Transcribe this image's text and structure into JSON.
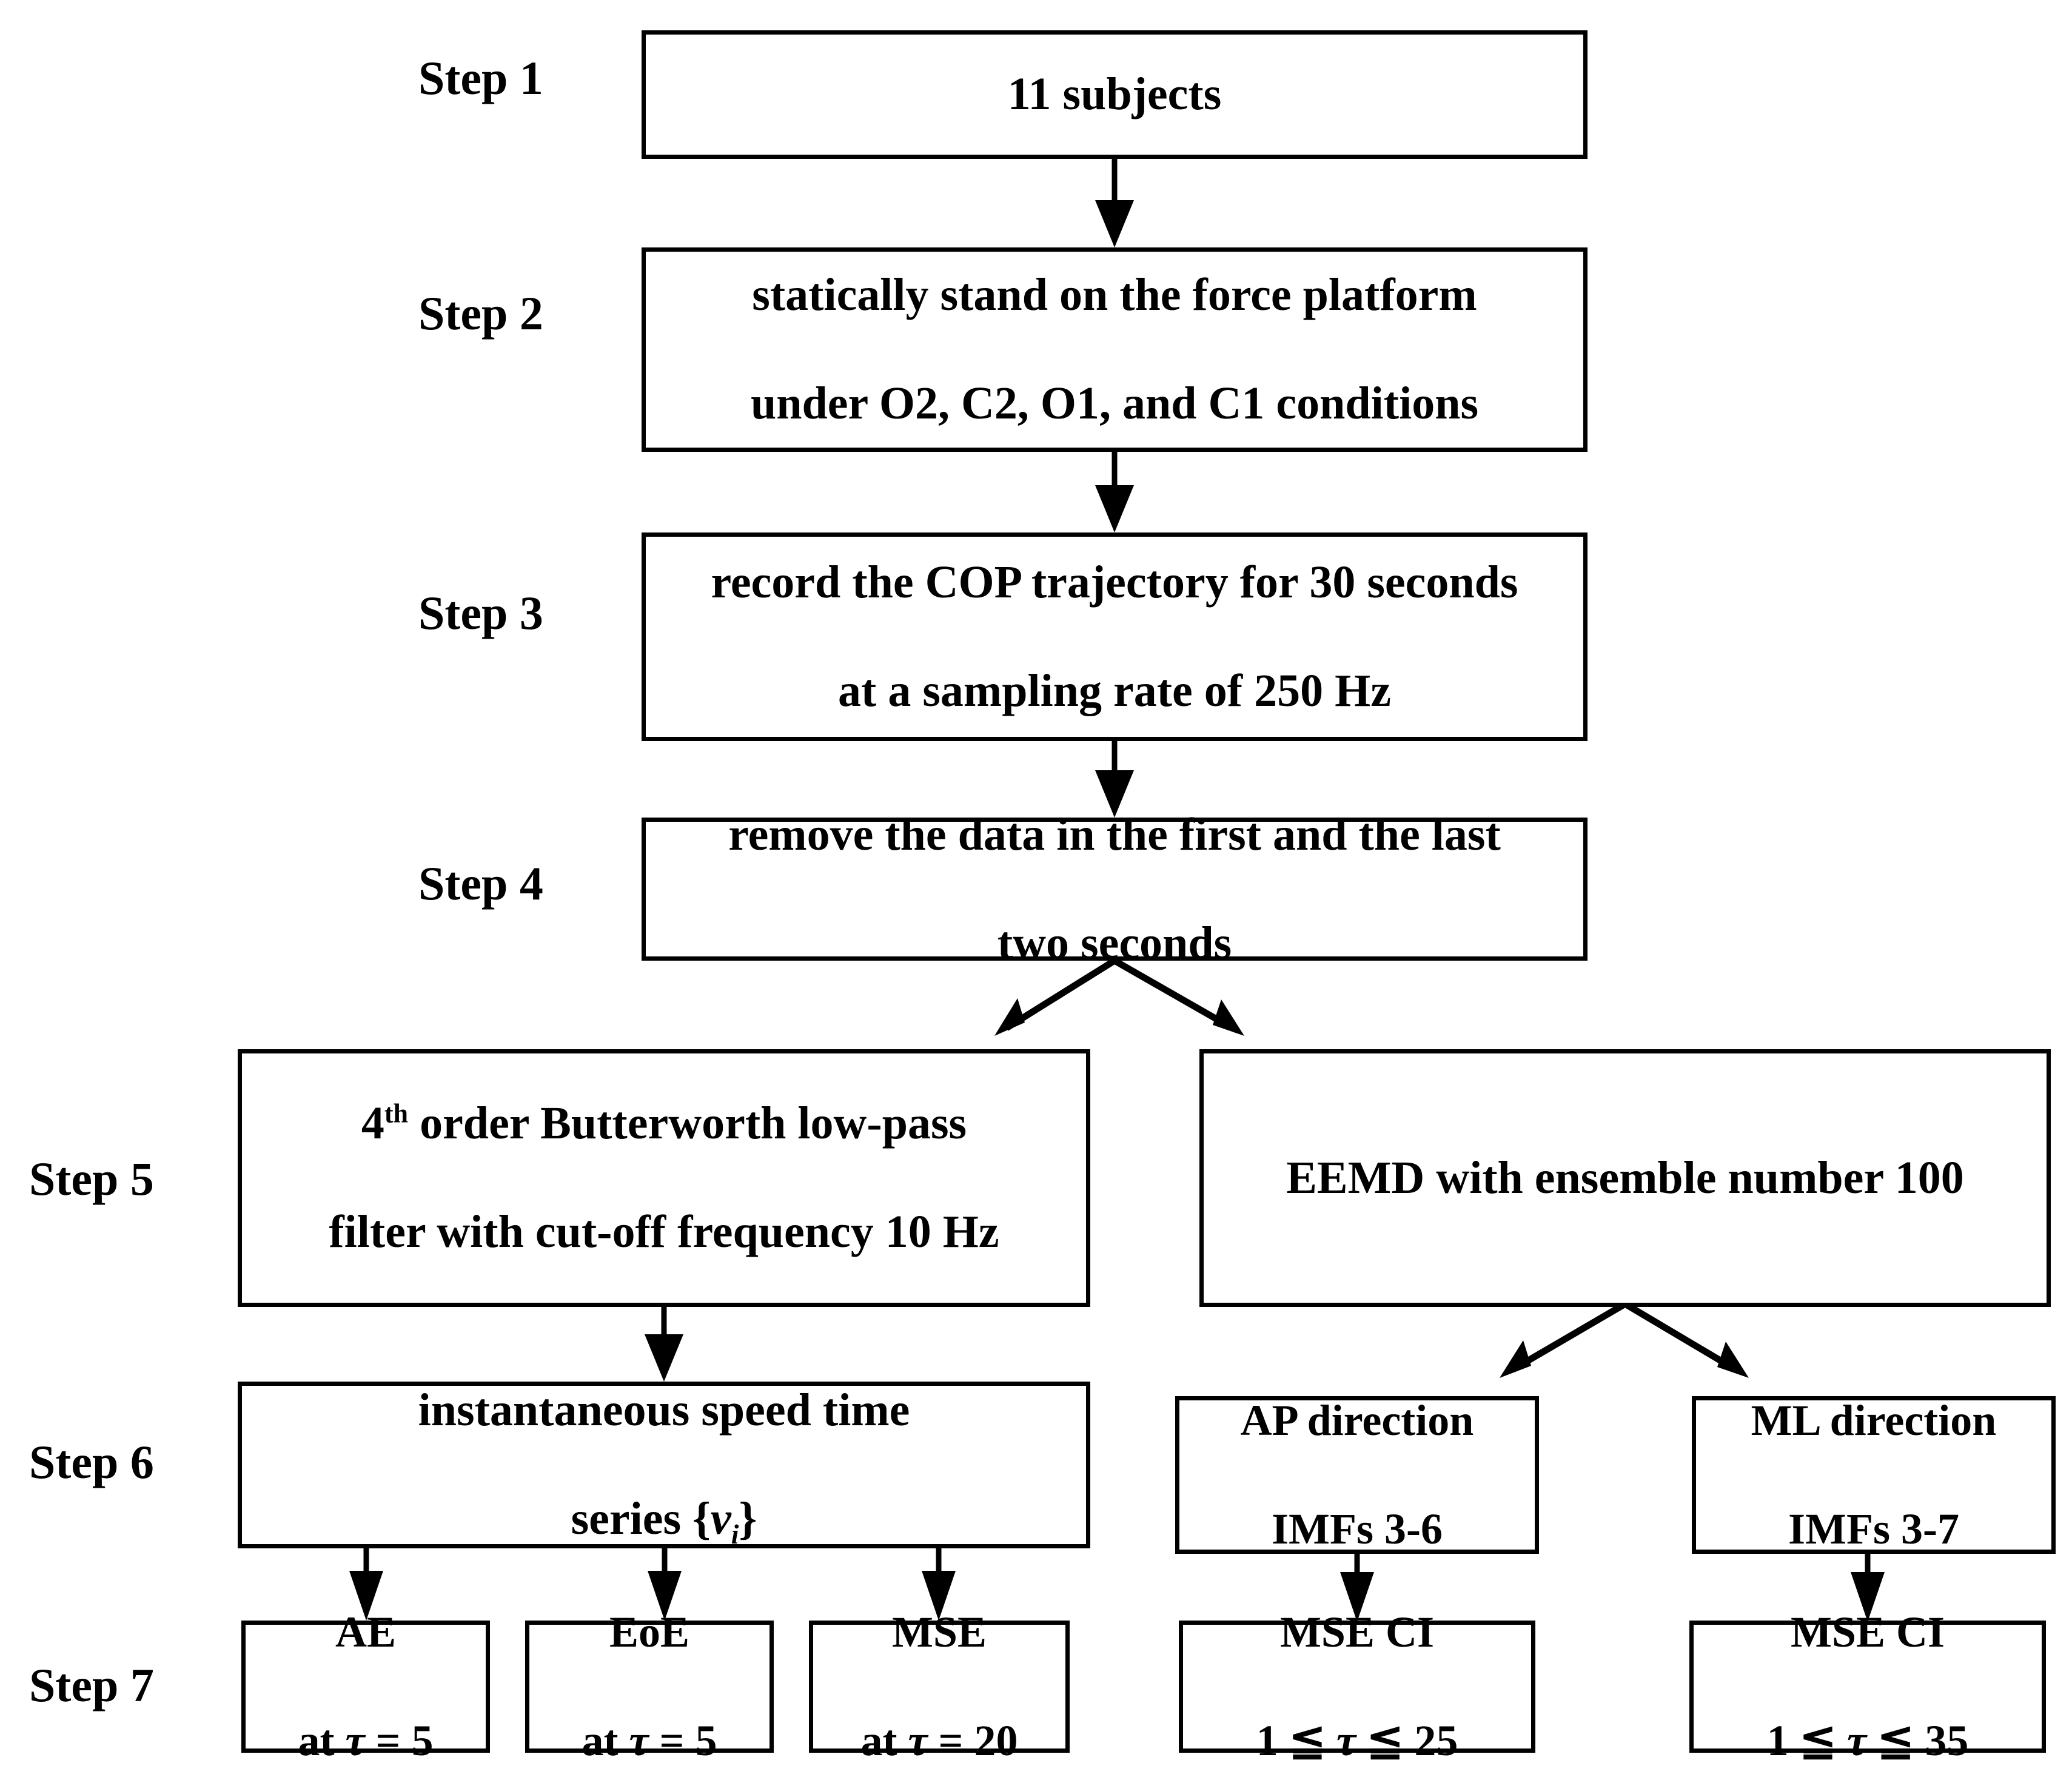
{
  "figure": {
    "type": "flowchart",
    "orientation": "top-to-bottom",
    "background_color": "#ffffff",
    "line_color": "#000000",
    "text_color": "#000000"
  },
  "steps": [
    {
      "id": "step1",
      "label": "Step 1"
    },
    {
      "id": "step2",
      "label": "Step 2"
    },
    {
      "id": "step3",
      "label": "Step 3"
    },
    {
      "id": "step4",
      "label": "Step 4"
    },
    {
      "id": "step5",
      "label": "Step 5"
    },
    {
      "id": "step6",
      "label": "Step 6"
    },
    {
      "id": "step7",
      "label": "Step 7"
    }
  ],
  "nodes": {
    "subjects": {
      "text": "11 subjects"
    },
    "stand": {
      "line1": "statically stand on the force platform",
      "line2": "under O2, C2, O1, and C1 conditions"
    },
    "record": {
      "line1": "record the COP trajectory for 30 seconds",
      "line2": "at a sampling rate of 250 Hz"
    },
    "remove": {
      "line1": "remove the data in the first and the last",
      "line2": "two seconds"
    },
    "butterworth": {
      "line1_pre": "4",
      "line1_sup": "th",
      "line1_post": " order Butterworth low-pass",
      "line2": "filter with cut-off frequency 10 Hz"
    },
    "eemd": {
      "text": "EEMD with ensemble number 100"
    },
    "speed": {
      "line1": "instantaneous speed time",
      "line2_pre": "series {",
      "line2_var": "v",
      "line2_sub": "i",
      "line2_post": "}"
    },
    "ap": {
      "line1": "AP direction",
      "line2": "IMFs 3-6"
    },
    "ml": {
      "line1": "ML direction",
      "line2": "IMFs 3-7"
    },
    "ae": {
      "line1": "AE",
      "line2_pre": "at ",
      "line2_tau": "τ",
      "line2_post": " = 5"
    },
    "eoe": {
      "line1": "EoE",
      "line2_pre": "at ",
      "line2_tau": "τ",
      "line2_post": " = 5"
    },
    "mse": {
      "line1": "MSE",
      "line2_pre": "at ",
      "line2_tau": "τ",
      "line2_post": " = 20"
    },
    "mseci_ap": {
      "line1": "MSE CI",
      "line2_pre": "1 ≦ ",
      "line2_tau": "τ",
      "line2_post": " ≦ 25"
    },
    "mseci_ml": {
      "line1": "MSE CI",
      "line2_pre": "1 ≦ ",
      "line2_tau": "τ",
      "line2_post": " ≦ 35"
    }
  },
  "edges": [
    {
      "from": "subjects",
      "to": "stand",
      "kind": "straight-down"
    },
    {
      "from": "stand",
      "to": "record",
      "kind": "straight-down"
    },
    {
      "from": "record",
      "to": "remove",
      "kind": "straight-down"
    },
    {
      "from": "remove",
      "to": "butterworth",
      "kind": "branch-left"
    },
    {
      "from": "remove",
      "to": "eemd",
      "kind": "branch-right"
    },
    {
      "from": "butterworth",
      "to": "speed",
      "kind": "straight-down"
    },
    {
      "from": "eemd",
      "to": "ap",
      "kind": "branch-left"
    },
    {
      "from": "eemd",
      "to": "ml",
      "kind": "branch-right"
    },
    {
      "from": "speed",
      "to": "ae",
      "kind": "straight-down"
    },
    {
      "from": "speed",
      "to": "eoe",
      "kind": "straight-down"
    },
    {
      "from": "speed",
      "to": "mse",
      "kind": "straight-down"
    },
    {
      "from": "ap",
      "to": "mseci_ap",
      "kind": "straight-down"
    },
    {
      "from": "ml",
      "to": "mseci_ml",
      "kind": "straight-down"
    }
  ]
}
